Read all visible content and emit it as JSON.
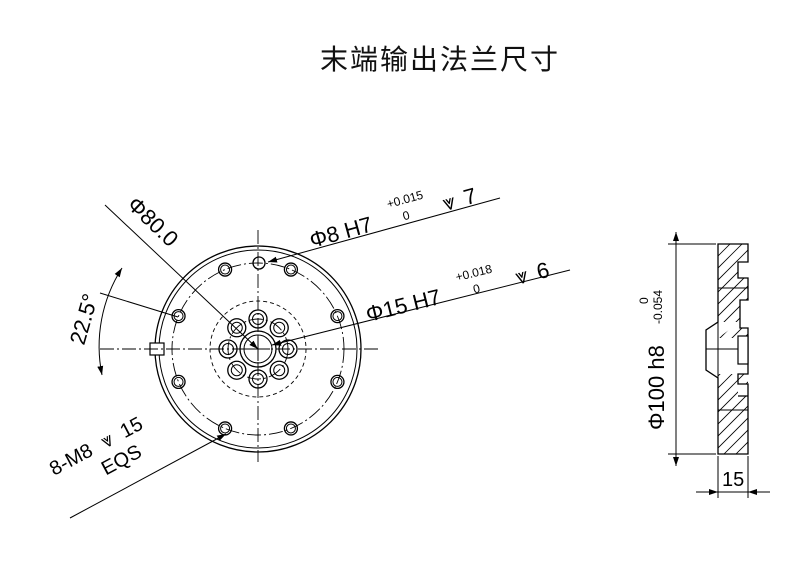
{
  "title": "末端输出法兰尺寸",
  "front_view": {
    "outer_diameter": "Φ80.0",
    "pin_hole": {
      "diameter": "Φ8 H7",
      "tol_upper": "+0.015",
      "tol_lower": "0",
      "depth_symbol": "⩔",
      "depth": "7"
    },
    "center_bore": {
      "diameter": "Φ15 H7",
      "tol_upper": "+0.018",
      "tol_lower": "0",
      "depth_symbol": "⩔",
      "depth": "6"
    },
    "angle": "22.5°",
    "threaded_holes": {
      "spec": "8-M8",
      "depth_symbol": "⩔",
      "depth": "15",
      "note": "EQS"
    }
  },
  "side_view": {
    "diameter": "Φ100 h8",
    "tol_upper": "0",
    "tol_lower": "-0.054",
    "thickness": "15"
  }
}
